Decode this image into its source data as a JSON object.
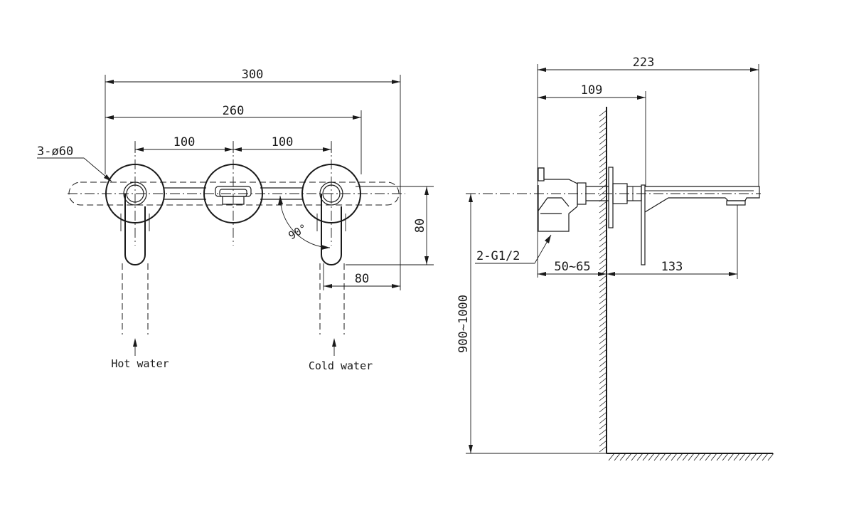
{
  "front_view": {
    "dim_overall": "300",
    "dim_span": "260",
    "dim_left_spacing": "100",
    "dim_right_spacing": "100",
    "dim_diameter": "3-ø60",
    "dim_height": "80",
    "dim_bottom": "80",
    "dim_angle": "90°",
    "label_hot": "Hot water",
    "label_cold": "Cold water"
  },
  "side_view": {
    "dim_total_depth": "223",
    "dim_depth": "109",
    "dim_thread": "2-G1/2",
    "dim_wall_range": "50~65",
    "dim_projection": "133",
    "dim_mount_height": "900~1000"
  }
}
